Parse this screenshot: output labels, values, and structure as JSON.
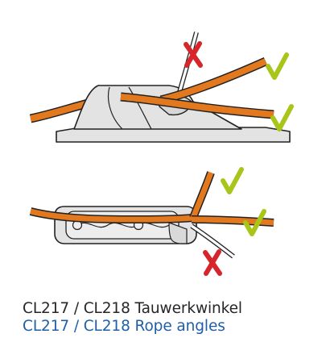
{
  "captions": {
    "german": "CL217 / CL218 Tauwerkwinkel",
    "english": "CL217 / CL218 Rope angles"
  },
  "colors": {
    "rope": "#e2791f",
    "check": "#a8c61a",
    "cross": "#d6262b",
    "cleat_body": "#e3e3e3",
    "outline": "#222222",
    "english_caption": "#1f5fa8",
    "german_caption": "#262626"
  },
  "indicators": {
    "side_view": {
      "accepted": 2,
      "rejected": 1
    },
    "top_view": {
      "accepted": 2,
      "rejected": 1
    }
  },
  "icons": [
    "check-icon",
    "cross-icon"
  ]
}
